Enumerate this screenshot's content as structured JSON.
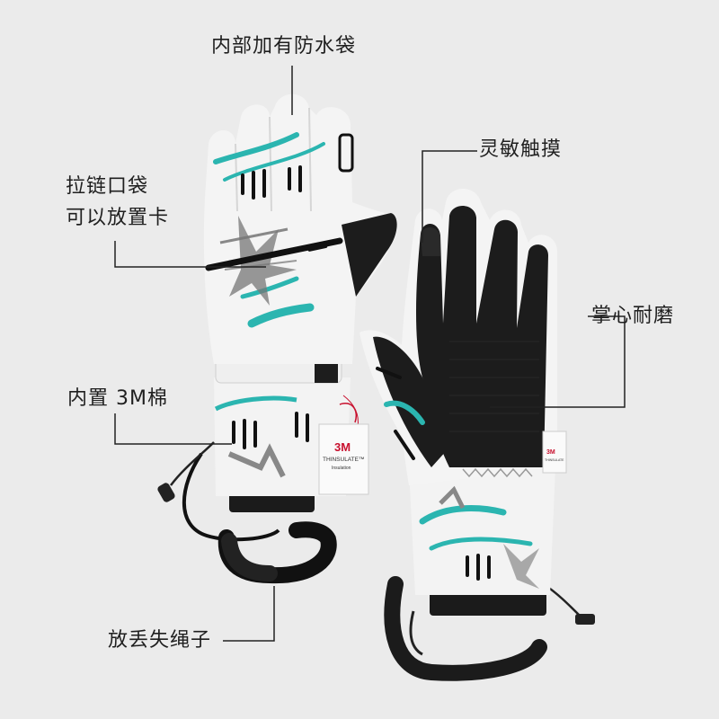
{
  "callouts": {
    "waterproof_bag": "内部加有防水袋",
    "zip_pocket_line1": "拉链口袋",
    "zip_pocket_line2": "可以放置卡",
    "touchscreen": "灵敏触摸",
    "palm": "掌心耐磨",
    "insulation": "内置 3M棉",
    "lanyard": "放丢失绳子"
  },
  "hang_tag": {
    "brand": "3M",
    "product": "THINSULATE™",
    "sub": "Insulation"
  },
  "cuff_label": {
    "brand": "3M",
    "product": "THINSULATE"
  },
  "colors": {
    "background": "#ebebeb",
    "glove_white": "#f4f4f4",
    "accent_teal": "#2bb5b0",
    "palm_black": "#1c1c1c",
    "line_black": "#111111"
  }
}
